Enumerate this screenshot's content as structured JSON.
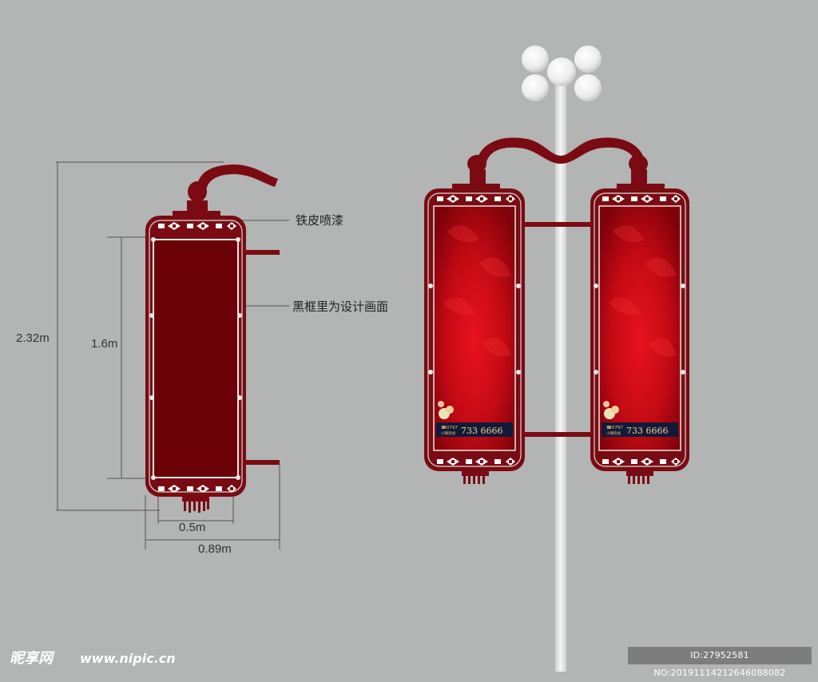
{
  "colors": {
    "background": "#b3b4b4",
    "frame": "#7a0b12",
    "panel_fill": "#6b0207",
    "poster_red": "#e0101c",
    "pole": "#e6e6e6",
    "globe": "#f4f4f4"
  },
  "dimensions": {
    "total_height": "2.32m",
    "panel_height": "1.6m",
    "panel_width": "0.5m",
    "total_width": "0.89m"
  },
  "annotations": {
    "frame_material": "铁皮喷漆",
    "design_area": "黑框里为设计画面"
  },
  "poster": {
    "area_code": "☎0797",
    "phone": "733 6666",
    "small_text": "小镇热线"
  },
  "watermark": {
    "logo_text": "昵享网",
    "site": "www.nipic.cn",
    "id_line": "ID:27952581 NO:20191114212646088082"
  }
}
